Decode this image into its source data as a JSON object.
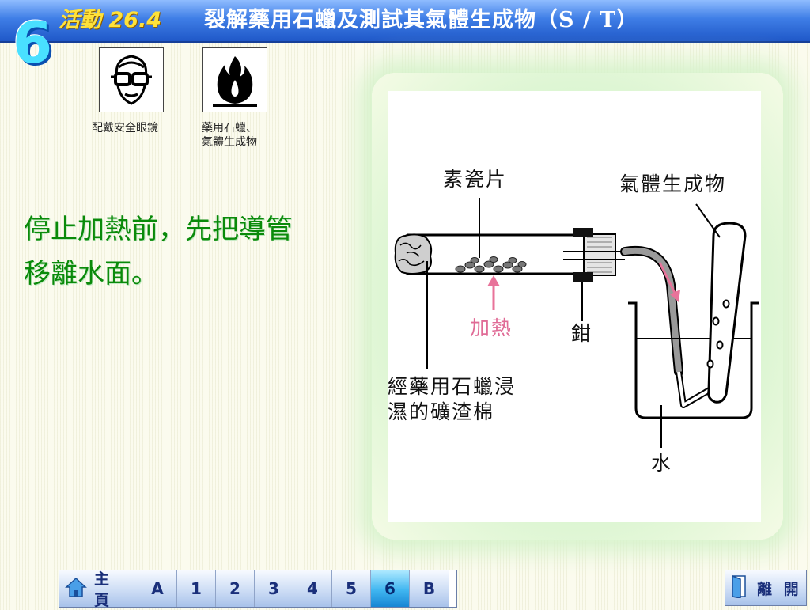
{
  "header": {
    "step_number": "6",
    "activity": "活動 26.4",
    "title": "裂解藥用石蠟及測試其氣體生成物（S / T）"
  },
  "safety": [
    {
      "icon": "goggles-icon",
      "label_lines": [
        "配戴安全眼鏡"
      ]
    },
    {
      "icon": "flammable-icon",
      "label_lines": [
        "藥用石蠟、",
        "氣體生成物"
      ]
    }
  ],
  "instruction_lines": [
    "停止加熱前，先把導管",
    "移離水面。"
  ],
  "diagram": {
    "labels": {
      "porcelain": "素瓷片",
      "gas_product": "氣體生成物",
      "heat": "加熱",
      "clamp": "鉗",
      "wool_line1": "經藥用石蠟浸",
      "wool_line2": "濕的礦渣棉",
      "water": "水"
    },
    "colors": {
      "heat_arrow": "#e8739a",
      "gas_arrow": "#e8739a"
    }
  },
  "nav": {
    "home_label": "主 頁",
    "buttons": [
      "A",
      "1",
      "2",
      "3",
      "4",
      "5",
      "6",
      "B"
    ],
    "active": "6",
    "exit_label": "離 開"
  }
}
